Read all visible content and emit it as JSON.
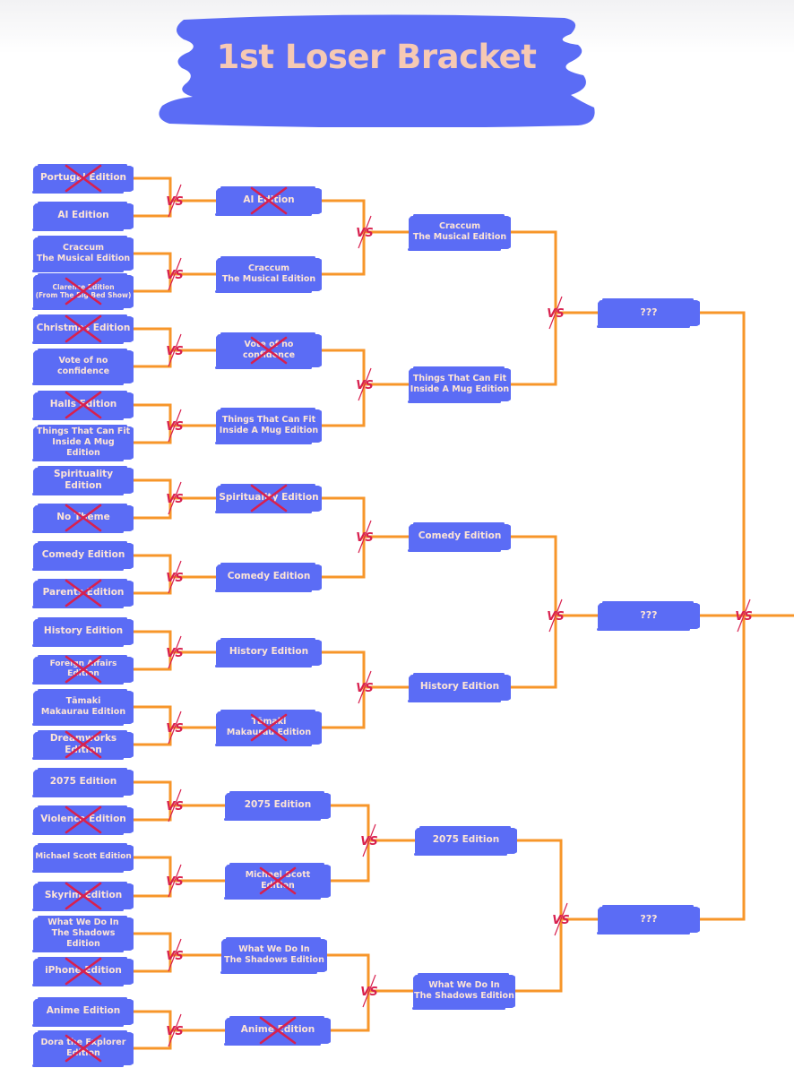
{
  "title": "1st Loser Bracket",
  "colors": {
    "banner": "#5b6cf5",
    "entry": "#5b6cf5",
    "entry_text": "#fde4d6",
    "title_text": "#f6c9b4",
    "line": "#f7962a",
    "cross": "#d8204e",
    "vs": "#d8204e"
  },
  "vs_label": "VS",
  "round1": [
    {
      "label": "Portugal Edition",
      "eliminated": true
    },
    {
      "label": "AI Edition",
      "eliminated": false
    },
    {
      "label": "Craccum\nThe Musical Edition",
      "eliminated": false
    },
    {
      "label": "Clarence Edition\n(From The Big Bed Show)",
      "eliminated": true
    },
    {
      "label": "Christmas Edition",
      "eliminated": true
    },
    {
      "label": "Vote of no\nconfidence",
      "eliminated": false
    },
    {
      "label": "Halls Edition",
      "eliminated": true
    },
    {
      "label": "Things That Can Fit\nInside A Mug Edition",
      "eliminated": false
    },
    {
      "label": "Spirituality Edition",
      "eliminated": false
    },
    {
      "label": "No Theme",
      "eliminated": true
    },
    {
      "label": "Comedy Edition",
      "eliminated": false
    },
    {
      "label": "Parents Edition",
      "eliminated": true
    },
    {
      "label": "History Edition",
      "eliminated": false
    },
    {
      "label": "Foreign Affairs Edition",
      "eliminated": true
    },
    {
      "label": "Tāmaki\nMakaurau Edition",
      "eliminated": false
    },
    {
      "label": "Dreamworks Edition",
      "eliminated": true
    },
    {
      "label": "2075 Edition",
      "eliminated": false
    },
    {
      "label": "Violence Edition",
      "eliminated": true
    },
    {
      "label": "Michael Scott Edition",
      "eliminated": false
    },
    {
      "label": "Skyrim Edition",
      "eliminated": true
    },
    {
      "label": "What We Do In\nThe Shadows Edition",
      "eliminated": false
    },
    {
      "label": "iPhone Edition",
      "eliminated": true
    },
    {
      "label": "Anime Edition",
      "eliminated": false
    },
    {
      "label": "Dora the Explorer\nEdition",
      "eliminated": true
    }
  ],
  "round2": [
    {
      "label": "AI Edition",
      "eliminated": true
    },
    {
      "label": "Craccum\nThe Musical Edition",
      "eliminated": false
    },
    {
      "label": "Vote of no\nconfidence",
      "eliminated": true
    },
    {
      "label": "Things That Can Fit\nInside A Mug Edition",
      "eliminated": false
    },
    {
      "label": "Spirituality Edition",
      "eliminated": true
    },
    {
      "label": "Comedy Edition",
      "eliminated": false
    },
    {
      "label": "History Edition",
      "eliminated": false
    },
    {
      "label": "Tāmaki\nMakaurau Edition",
      "eliminated": true
    },
    {
      "label": "2075 Edition",
      "eliminated": false
    },
    {
      "label": "Michael Scott\nEdition",
      "eliminated": true
    },
    {
      "label": "What We Do In\nThe Shadows Edition",
      "eliminated": false
    },
    {
      "label": "Anime Edition",
      "eliminated": true
    }
  ],
  "round3": [
    {
      "label": "Craccum\nThe Musical Edition",
      "eliminated": false
    },
    {
      "label": "Things That Can Fit\nInside A Mug Edition",
      "eliminated": false
    },
    {
      "label": "Comedy Edition",
      "eliminated": false
    },
    {
      "label": "History Edition",
      "eliminated": false
    },
    {
      "label": "2075 Edition",
      "eliminated": false
    },
    {
      "label": "What We Do In\nThe Shadows Edition",
      "eliminated": false
    }
  ],
  "round4": [
    {
      "label": "???",
      "eliminated": false
    },
    {
      "label": "???",
      "eliminated": false
    },
    {
      "label": "???",
      "eliminated": false
    }
  ]
}
